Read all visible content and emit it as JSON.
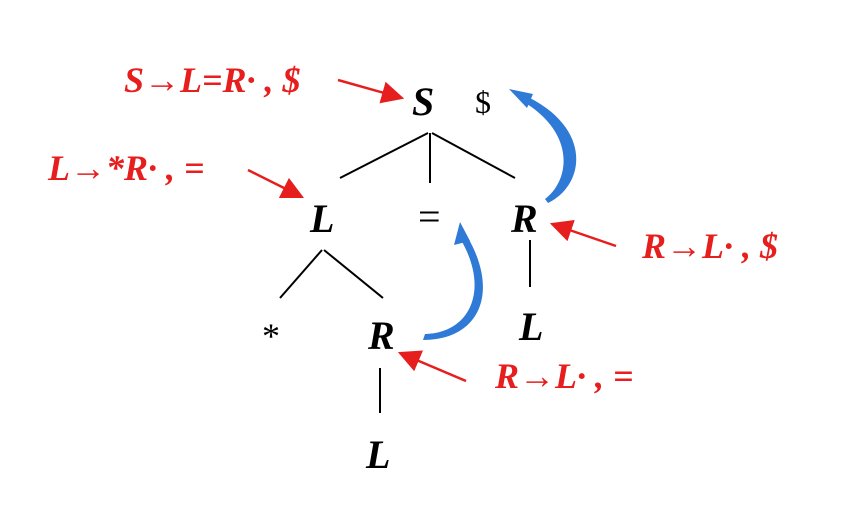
{
  "colors": {
    "annotation": "#e61e1e",
    "lookahead_arrow": "#2f7ad6",
    "tree": "#000000",
    "background": "#ffffff"
  },
  "tree": {
    "root": "S",
    "root_lookahead": "$",
    "level1": {
      "left": "L",
      "middle": "=",
      "right": "R"
    },
    "left_children": {
      "star": "*",
      "R": "R"
    },
    "left_R_child": "L",
    "right_R_child": "L"
  },
  "annotations": {
    "s_item": "S→L=R· , $",
    "l_item": "L→*R· , =",
    "r_right_item": "R→L· , $",
    "r_left_item": "R→L· , ="
  },
  "icons": [
    "red-pointer-arrow-icon",
    "blue-curved-arrow-icon"
  ]
}
